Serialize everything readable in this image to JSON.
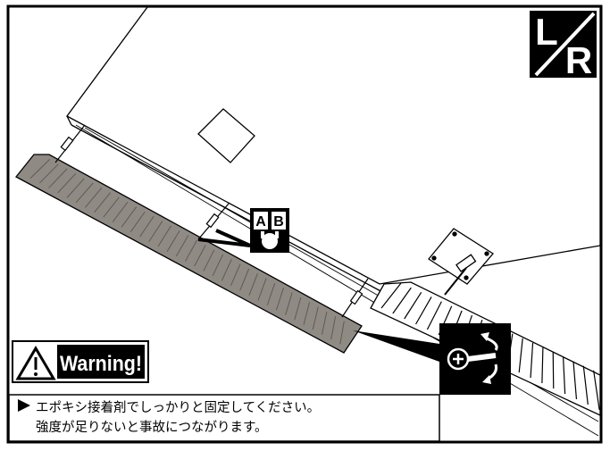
{
  "side_badge": {
    "left": "L",
    "right": "R"
  },
  "glue_badge": {
    "left": "A",
    "right": "B"
  },
  "warning": {
    "title": "Warning!"
  },
  "caption": {
    "line1": "エポキシ接着剤でしっかりと固定してください。",
    "line2": "強度が足りないと事故につながります。"
  },
  "colors": {
    "aileron": "#8f8a84",
    "ink": "#000000",
    "paper": "#ffffff"
  },
  "icons": [
    "warning-triangle-icon",
    "epoxy-glue-icon",
    "servo-arm-icon",
    "left-right-side-icon",
    "pointer-arrow-icon"
  ]
}
